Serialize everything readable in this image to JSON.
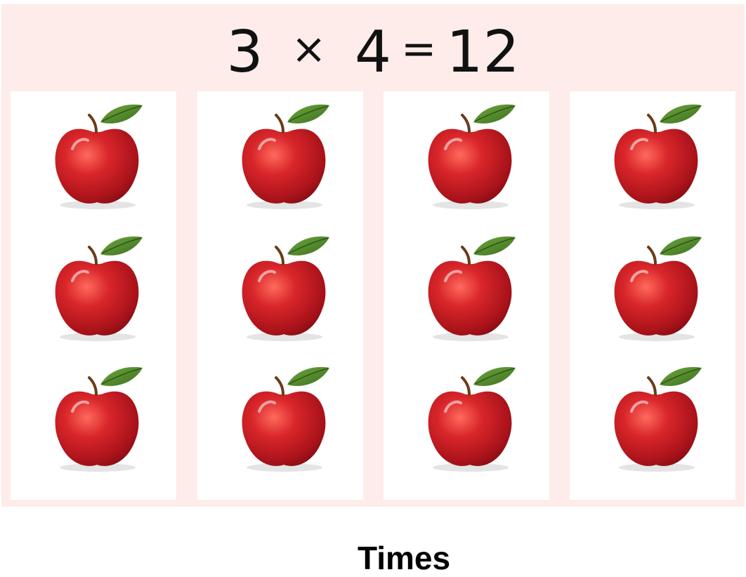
{
  "equation": {
    "factor_a": "3",
    "operator": "×",
    "factor_b": "4",
    "equals": "=",
    "product": "12"
  },
  "layout": {
    "groups": 4,
    "items_per_group": 3,
    "item_icon": "red-apple-icon"
  },
  "caption": "Times",
  "colors": {
    "panel_background": "#fdecea",
    "apple_red": "#c8161d",
    "leaf_green": "#4f8a2b"
  }
}
